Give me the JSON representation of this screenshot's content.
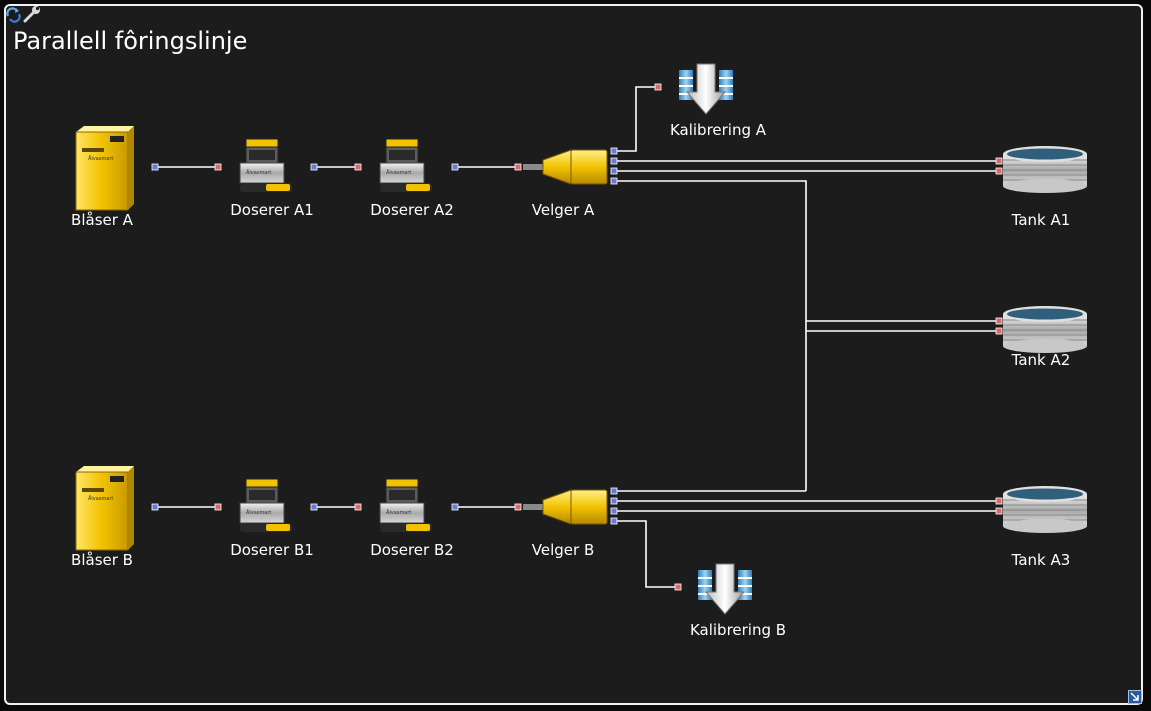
{
  "title": "Parallell fôringslinje",
  "device_brand": "Ålvasmart",
  "nodes": {
    "blaser_a": "Blåser A",
    "doserer_a1": "Doserer A1",
    "doserer_a2": "Doserer A2",
    "velger_a": "Velger A",
    "kalibrering_a": "Kalibrering A",
    "tank_a1": "Tank A1",
    "tank_a2": "Tank A2",
    "tank_a3": "Tank A3",
    "blaser_b": "Blåser B",
    "doserer_b1": "Doserer B1",
    "doserer_b2": "Doserer B2",
    "velger_b": "Velger B",
    "kalibrering_b": "Kalibrering B"
  },
  "icons": {
    "refresh": "refresh-icon",
    "settings": "wrench-icon",
    "corner": "resize-icon"
  },
  "colors": {
    "background": "#1c1c1c",
    "frame": "#f0f0f0",
    "line": "#ffffff",
    "port_out": "#6a78d8",
    "port_in": "#d86a6a",
    "device_yellow": "#f2c200"
  }
}
